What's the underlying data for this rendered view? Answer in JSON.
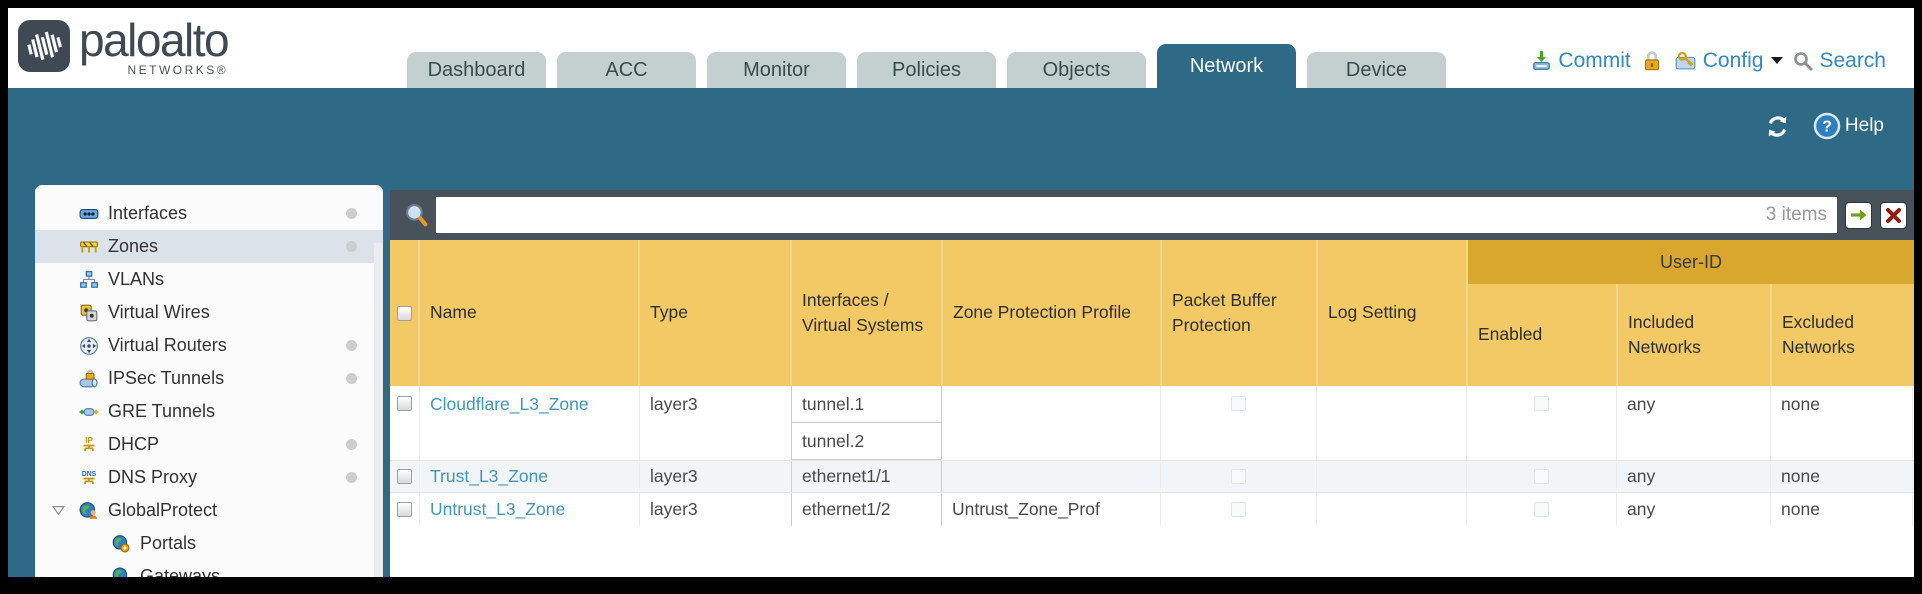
{
  "brand": {
    "name": "paloalto",
    "networks": "NETWORKS®"
  },
  "header": {
    "tabs": [
      {
        "label": "Dashboard",
        "active": false
      },
      {
        "label": "ACC",
        "active": false
      },
      {
        "label": "Monitor",
        "active": false
      },
      {
        "label": "Policies",
        "active": false
      },
      {
        "label": "Objects",
        "active": false
      },
      {
        "label": "Network",
        "active": true
      },
      {
        "label": "Device",
        "active": false
      }
    ],
    "actions": {
      "commit": "Commit",
      "config": "Config",
      "search": "Search"
    }
  },
  "toolbar": {
    "help_label": "Help"
  },
  "sidebar": {
    "items": [
      {
        "label": "Interfaces",
        "icon": "interfaces-icon",
        "dot": true,
        "selected": false
      },
      {
        "label": "Zones",
        "icon": "zones-icon",
        "dot": true,
        "selected": true
      },
      {
        "label": "VLANs",
        "icon": "vlans-icon",
        "dot": false,
        "selected": false
      },
      {
        "label": "Virtual Wires",
        "icon": "virtual-wires-icon",
        "dot": false,
        "selected": false
      },
      {
        "label": "Virtual Routers",
        "icon": "virtual-routers-icon",
        "dot": true,
        "selected": false
      },
      {
        "label": "IPSec Tunnels",
        "icon": "ipsec-tunnels-icon",
        "dot": true,
        "selected": false
      },
      {
        "label": "GRE Tunnels",
        "icon": "gre-tunnels-icon",
        "dot": false,
        "selected": false
      },
      {
        "label": "DHCP",
        "icon": "dhcp-icon",
        "dot": true,
        "selected": false
      },
      {
        "label": "DNS Proxy",
        "icon": "dns-proxy-icon",
        "dot": true,
        "selected": false
      },
      {
        "label": "GlobalProtect",
        "icon": "globalprotect-icon",
        "dot": false,
        "selected": false,
        "expanded": true
      },
      {
        "label": "Portals",
        "icon": "portals-icon",
        "dot": false,
        "selected": false,
        "child": true
      },
      {
        "label": "Gateways",
        "icon": "gateways-icon",
        "dot": false,
        "selected": false,
        "child": true
      }
    ]
  },
  "filter": {
    "value": "",
    "count": "3 items"
  },
  "table": {
    "group_header": "User-ID",
    "columns": {
      "name": "Name",
      "type": "Type",
      "interfaces": "Interfaces / Virtual Systems",
      "zpp": "Zone Protection Profile",
      "pbp": "Packet Buffer Protection",
      "log": "Log Setting",
      "enabled": "Enabled",
      "included": "Included Networks",
      "excluded": "Excluded Networks"
    },
    "rows": [
      {
        "name": "Cloudflare_L3_Zone",
        "type": "layer3",
        "interfaces": [
          "tunnel.1",
          "tunnel.2"
        ],
        "zone_protection_profile": "",
        "packet_buffer_protection": false,
        "log_setting": "",
        "user_id_enabled": false,
        "included_networks": "any",
        "excluded_networks": "none"
      },
      {
        "name": "Trust_L3_Zone",
        "type": "layer3",
        "interfaces": [
          "ethernet1/1"
        ],
        "zone_protection_profile": "",
        "packet_buffer_protection": false,
        "log_setting": "",
        "user_id_enabled": false,
        "included_networks": "any",
        "excluded_networks": "none"
      },
      {
        "name": "Untrust_L3_Zone",
        "type": "layer3",
        "interfaces": [
          "ethernet1/2"
        ],
        "zone_protection_profile": "Untrust_Zone_Prof",
        "packet_buffer_protection": false,
        "log_setting": "",
        "user_id_enabled": false,
        "included_networks": "any",
        "excluded_networks": "none"
      }
    ]
  },
  "colors": {
    "teal": "#2e6a85",
    "header_amber": "#f2c964",
    "userid_amber": "#d9a62e",
    "filter_bar": "#47525a",
    "link_blue": "#4596be",
    "action_blue": "#3389bf",
    "tab_inactive": "#c4d0cf"
  }
}
